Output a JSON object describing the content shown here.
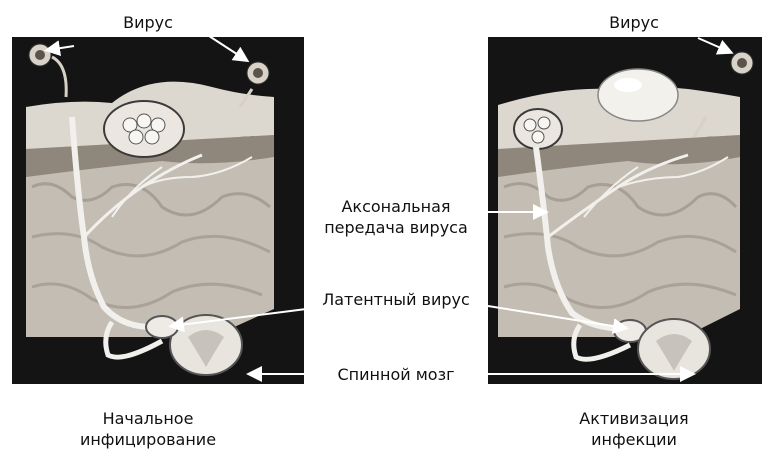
{
  "labels": {
    "virus_left": "Вирус",
    "virus_right": "Вирус",
    "axonal_line1": "Аксональная",
    "axonal_line2": "передача вируса",
    "latent": "Латентный вирус",
    "spinal": "Спинной мозг",
    "initial_line1": "Начальное",
    "initial_line2": "инфицирование",
    "activation_line1": "Активизация",
    "activation_line2": "инфекции"
  },
  "colors": {
    "panel_bg": "#141414",
    "skin_top": "#cfcac2",
    "dermis": "#b9b3aa",
    "nerve": "#f4f2ee",
    "arrow": "#ffffff"
  }
}
